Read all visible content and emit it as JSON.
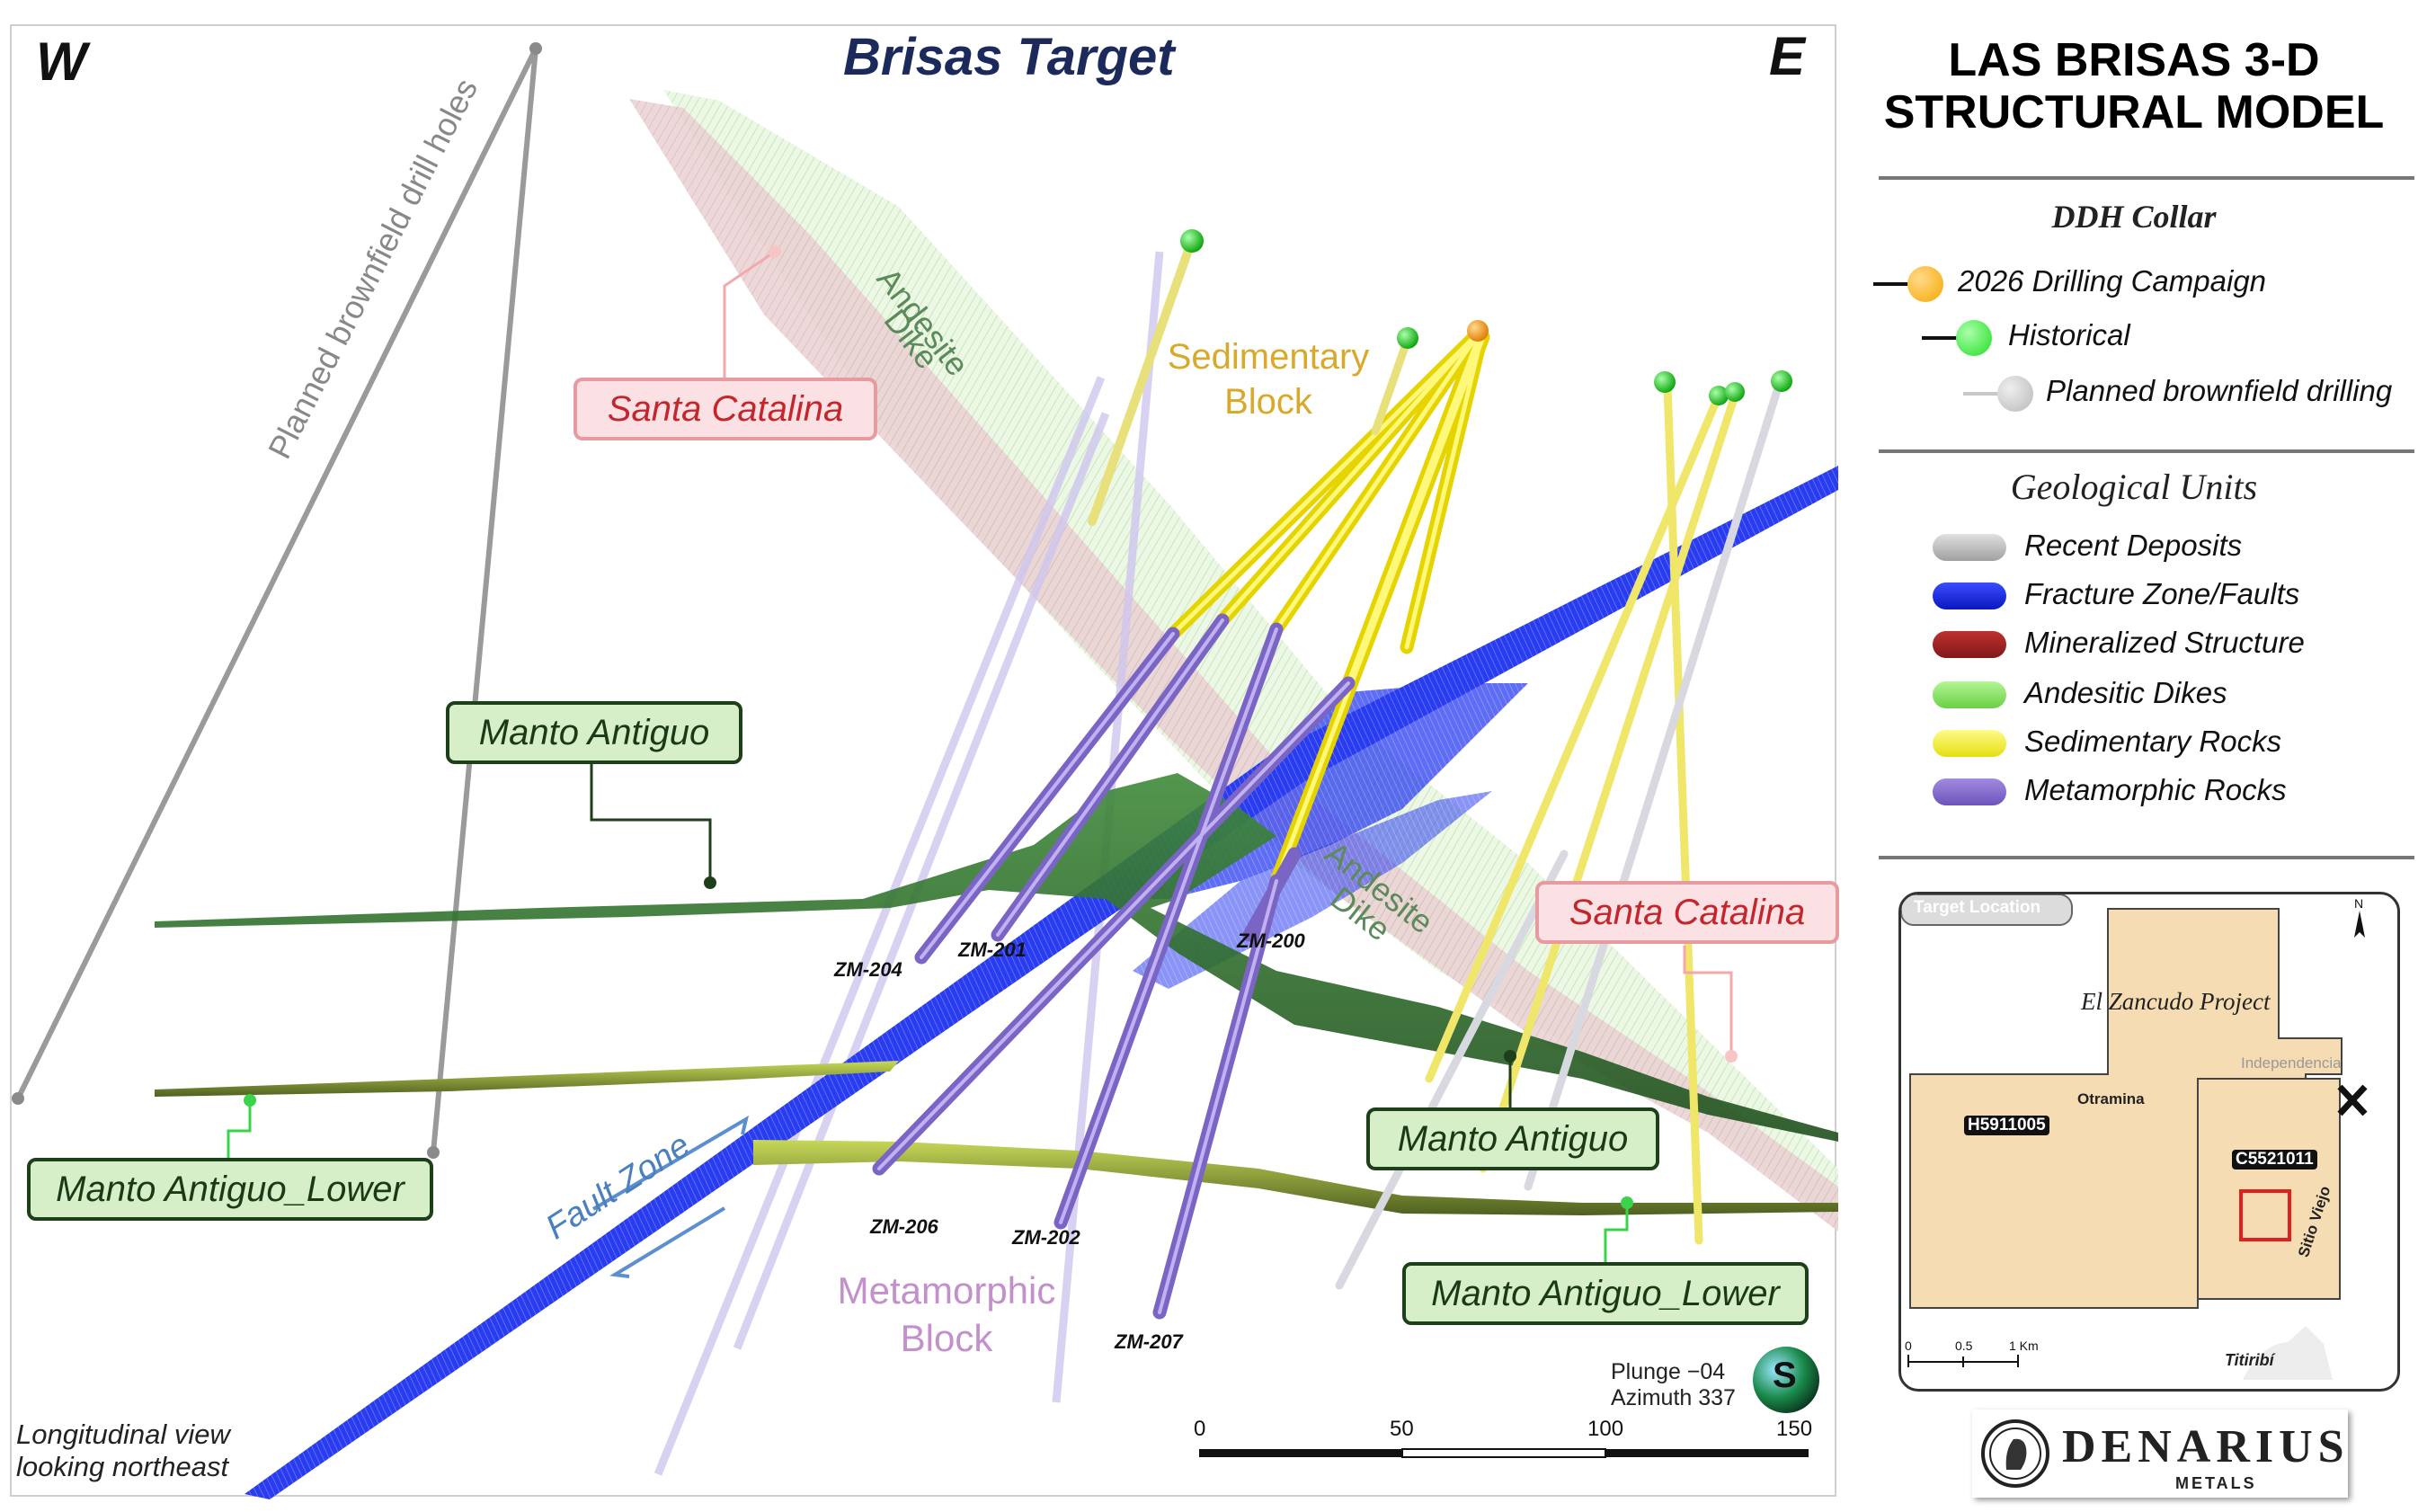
{
  "diagram": {
    "direction_west": "W",
    "direction_east": "E",
    "title": "Brisas Target",
    "planned_drill_holes_label": "Planned brownfield drill holes",
    "labels": {
      "santa_catalina_upper": "Santa Catalina",
      "santa_catalina_lower": "Santa Catalina",
      "manto_antiguo_upper": "Manto Antiguo",
      "manto_antiguo_lower": "Manto Antiguo",
      "manto_antiguo_lower_left": "Manto Antiguo_Lower",
      "manto_antiguo_lower_right": "Manto Antiguo_Lower",
      "sedimentary_block_line1": "Sedimentary",
      "sedimentary_block_line2": "Block",
      "metamorphic_block_line1": "Metamorphic",
      "metamorphic_block_line2": "Block",
      "andesite_dike_upper_1": "Andesite",
      "andesite_dike_upper_2": "Dike",
      "andesite_dike_lower_1": "Andesite",
      "andesite_dike_lower_2": "Dike",
      "fault_zone": "Fault Zone"
    },
    "drill_holes": [
      "ZM-204",
      "ZM-201",
      "ZM-200",
      "ZM-206",
      "ZM-202",
      "ZM-207"
    ],
    "view_note_line1": "Longitudinal view",
    "view_note_line2": "looking northeast",
    "plunge": "Plunge −04",
    "azimuth": "Azimuth 337",
    "scale_ticks": [
      "0",
      "50",
      "100",
      "150"
    ],
    "compass_letter": "S"
  },
  "panel": {
    "title_line1": "LAS BRISAS 3-D",
    "title_line2": "STRUCTURAL MODEL",
    "collar_heading": "DDH Collar",
    "collar_items": [
      {
        "label": "2026 Drilling Campaign",
        "color": "#f5a800"
      },
      {
        "label": "Historical",
        "color": "#22dd22"
      },
      {
        "label": "Planned brownfield drilling",
        "color": "#c8c8c8"
      }
    ],
    "units_heading": "Geological Units",
    "units": [
      {
        "label": "Recent Deposits",
        "color": "#bdbdbd"
      },
      {
        "label": "Fracture Zone/Faults",
        "color": "#1020e0"
      },
      {
        "label": "Mineralized Structure",
        "color": "#a52020"
      },
      {
        "label": "Andesitic Dikes",
        "color": "#8ee86a"
      },
      {
        "label": "Sedimentary Rocks",
        "color": "#f4f030"
      },
      {
        "label": "Metamorphic Rocks",
        "color": "#8a6fd0"
      }
    ],
    "inset": {
      "header": "Target Location",
      "project": "El Zancudo Project",
      "place_otramina": "Otramina",
      "place_independencia": "Independencia",
      "place_titiribi": "Titiribí",
      "place_sitio_viejo": "Sitio Viejo",
      "title_left": "H5911005",
      "title_right": "C5521011",
      "north": "N",
      "scale": [
        "0",
        "0.5",
        "1 Km"
      ]
    },
    "logo_name": "DENARIUS",
    "logo_sub": "METALS"
  }
}
